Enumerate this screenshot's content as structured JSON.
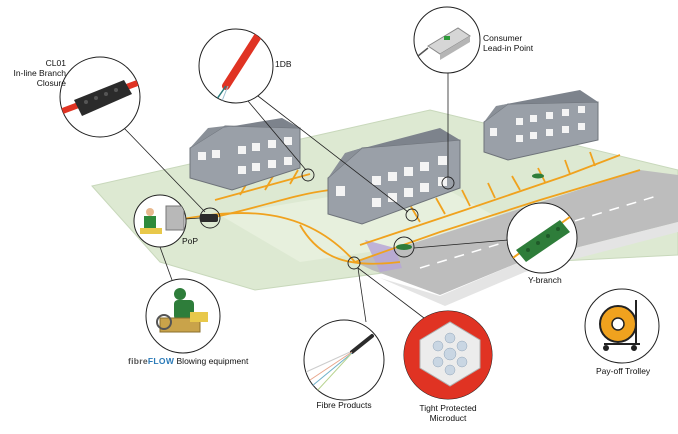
{
  "labels": {
    "cl01": "CL01\nIn-line Branch\nClosure",
    "db1": "1DB",
    "consumer": "Consumer\nLead-in Point",
    "pop": "PoP",
    "blowing_brand_a": "fibre",
    "blowing_brand_b": "FLOW",
    "blowing_text": "Blowing equipment",
    "ybranch": "Y-branch",
    "payoff": "Pay-off Trolley",
    "fibre_products": "Fibre Products",
    "microduct": "Tight Protected\nMicroduct"
  },
  "colors": {
    "ground": "#dde9d2",
    "road": "#bdbdbd",
    "duct": "#f0a21e",
    "house_wall": "#9aa0a8",
    "house_roof": "#7d838c",
    "closure_green": "#2e7d3a",
    "microduct_red": "#e03323"
  },
  "icons": [
    "inline-closure-icon",
    "drop-cable-icon",
    "lead-in-box-icon",
    "pop-cabinet-icon",
    "blowing-machine-icon",
    "y-branch-icon",
    "payoff-trolley-icon",
    "fibre-bundle-icon",
    "microduct-cross-section-icon"
  ]
}
